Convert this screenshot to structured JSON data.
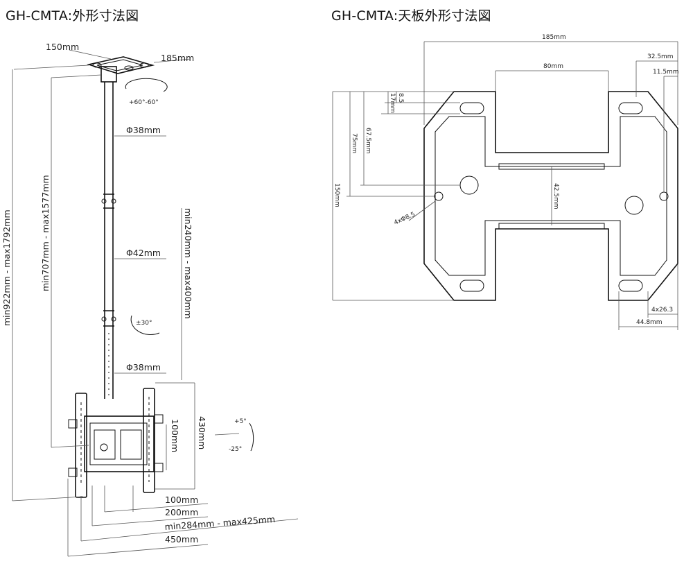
{
  "titles": {
    "left": "GH-CMTA:外形寸法図",
    "right": "GH-CMTA:天板外形寸法図"
  },
  "left_labels": {
    "plate_depth": "150mm",
    "plate_width": "185mm",
    "swivel": "+60°-60°",
    "pole_upper": "Φ38mm",
    "pole_mid": "Φ42mm",
    "tilt_side": "±30°",
    "pole_lower": "Φ38mm",
    "total_height": "min922mm - max1792mm",
    "pole_height": "min707mm - max1577mm",
    "vesa_height": "min240mm - max400mm",
    "bracket_height": "430mm",
    "inner_100": "100mm",
    "tilt_up": "+5°",
    "tilt_down": "-25°",
    "w100": "100mm",
    "w200": "200mm",
    "w_range": "min284mm - max425mm",
    "w450": "450mm"
  },
  "right_labels": {
    "width": "185mm",
    "right_offset": "32.5mm",
    "right_small": "11.5mm",
    "center": "80mm",
    "d85": "8.5",
    "d17": "17mm",
    "d675": "67.5mm",
    "d75": "75mm",
    "d150": "150mm",
    "holes": "4xΦ8.5",
    "d425": "42.5mm",
    "slot": "4x26.3",
    "d448": "44.8mm"
  }
}
